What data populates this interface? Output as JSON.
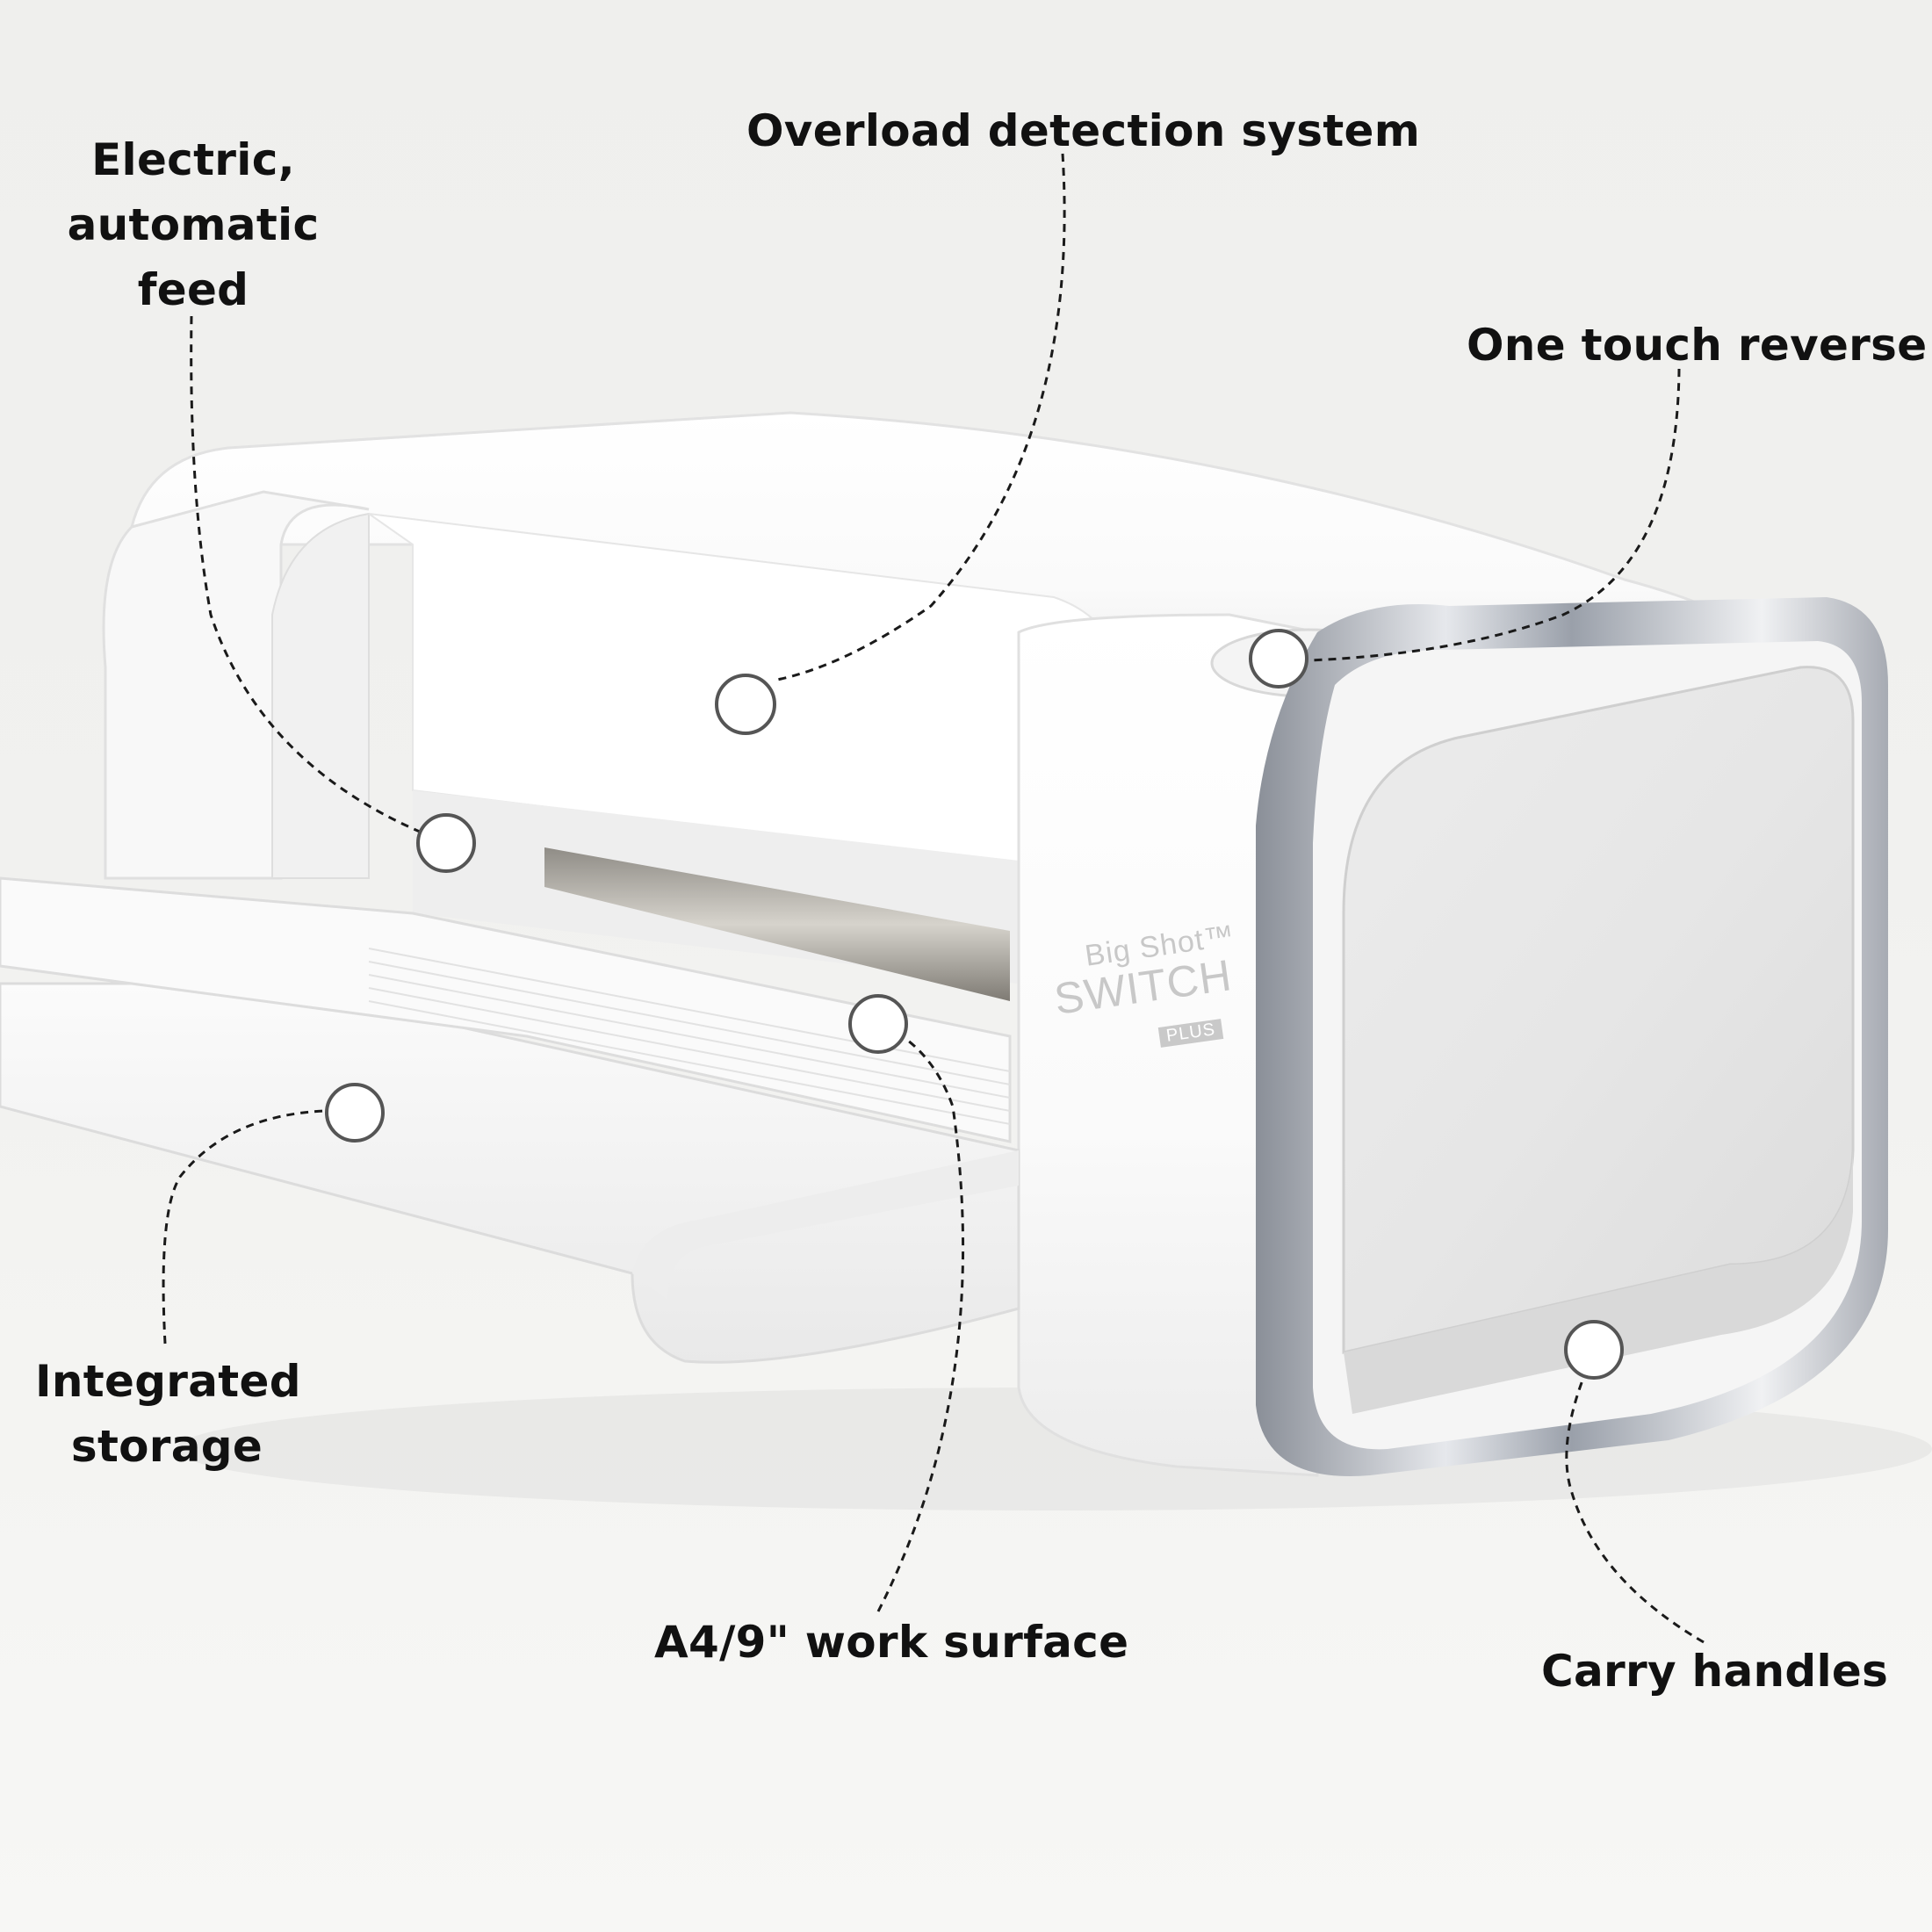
{
  "annotations": {
    "electric_feed": "Electric, automatic feed",
    "overload_detection": "Overload detection system",
    "one_touch_reverse": "One touch reverse",
    "integrated_storage": "Integrated storage",
    "work_surface": "A4/9\" work surface",
    "carry_handles": "Carry handles"
  },
  "product_branding": {
    "line1": "Big Shot™",
    "line2": "SWITCH",
    "line3": "PLUS"
  },
  "colors": {
    "background": "#f1f1ef",
    "machine_body": "#ffffff",
    "chrome_trim": "#b8bcc4",
    "label_text": "#111111",
    "marker_fill": "#ffffff",
    "marker_stroke": "#555555"
  }
}
